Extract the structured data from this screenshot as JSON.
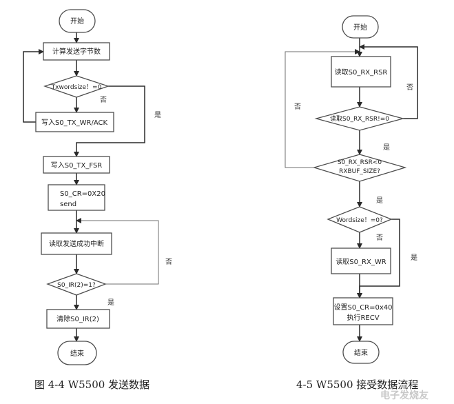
{
  "left": {
    "start": "开始",
    "calc": "计算发送字节数",
    "cond_txwordsize": "Txwordsize！=0",
    "write_ack": "写入S0_TX_WR/ACK",
    "write_fsr": "写入S0_TX_FSR",
    "cr_line1": "S0_CR=0X20",
    "cr_line2": "send",
    "read_int": "读取发送成功中断",
    "cond_ir": "S0_IR(2)=1?",
    "clear_ir": "清除S0_IR(2)",
    "end": "结束",
    "label_no_1": "否",
    "label_yes_1": "是",
    "label_no_2": "否",
    "label_yes_2": "是",
    "caption": "图 4-4 W5500 发送数据"
  },
  "right": {
    "start": "开始",
    "read_rsr": "读取S0_RX_RSR",
    "cond_rsr_ne0": "读取S0_RX_RSR!=0",
    "cond_rsr_lt_line1": "S0_RX_RSR<0",
    "cond_rsr_lt_line2": "RXBUF_SIZE?",
    "cond_wordsize": "Wordsize！=0?",
    "read_wr": "读取S0_RX_WR",
    "set_cr_line1": "设置S0_CR=0x40",
    "set_cr_line2": "执行RECV",
    "end": "结束",
    "label_no_outer": "否",
    "label_no_inner": "否",
    "label_yes_1": "是",
    "label_yes_2": "是",
    "label_no_3": "否",
    "label_yes_3": "是",
    "caption": "4-5 W5500 接受数据流程"
  },
  "watermark": "电子发烧友"
}
